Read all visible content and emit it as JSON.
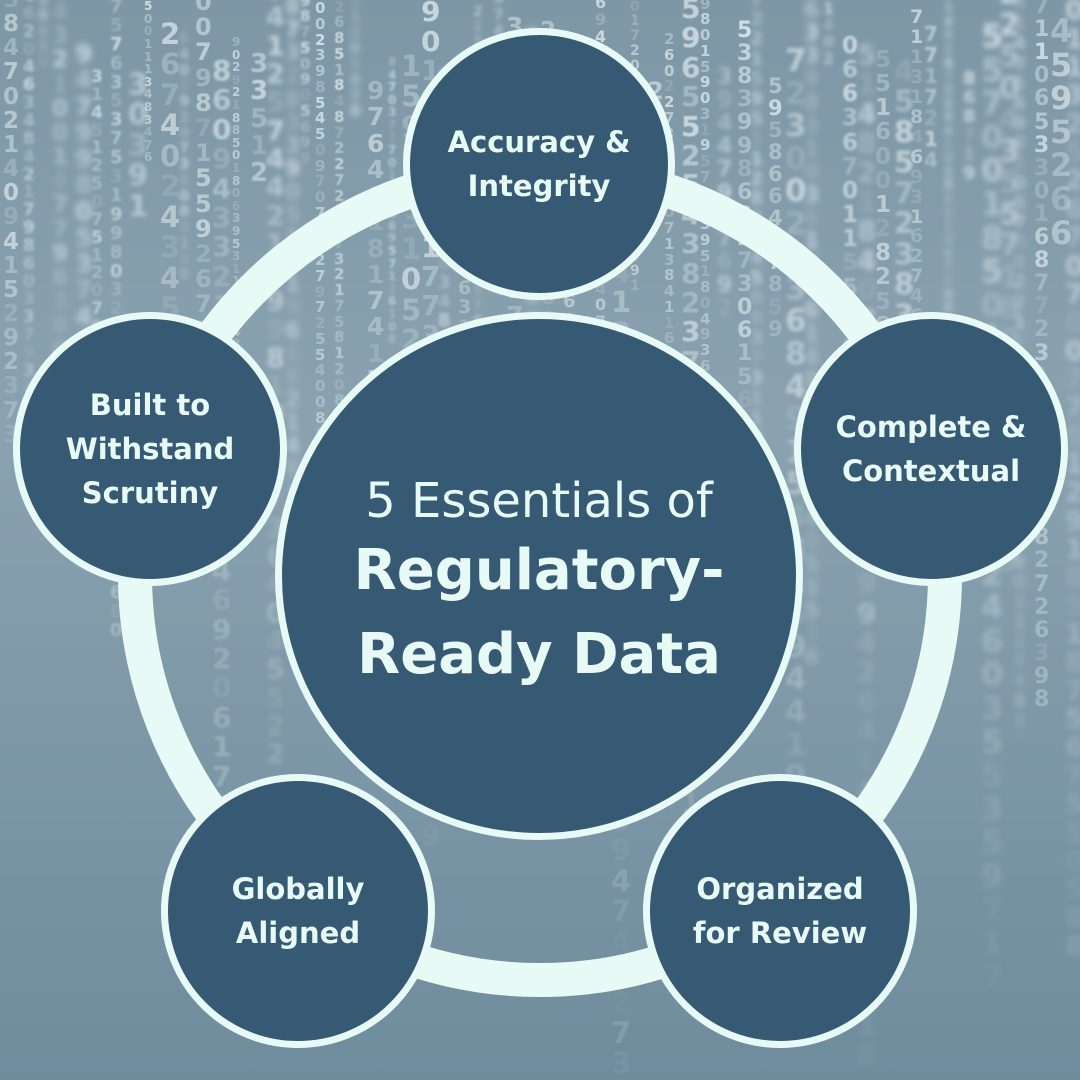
{
  "title": {
    "line1": "5 Essentials of",
    "line2": "Regulatory-\nReady Data"
  },
  "essentials": [
    {
      "label": "Accuracy &\nIntegrity"
    },
    {
      "label": "Complete &\nContextual"
    },
    {
      "label": "Organized\nfor Review"
    },
    {
      "label": "Globally\nAligned"
    },
    {
      "label": "Built to\nWithstand\nScrutiny"
    }
  ],
  "colors": {
    "circle_fill": "#365a74",
    "ring_and_text": "#e8faf5",
    "background": "#8aa2b0"
  }
}
